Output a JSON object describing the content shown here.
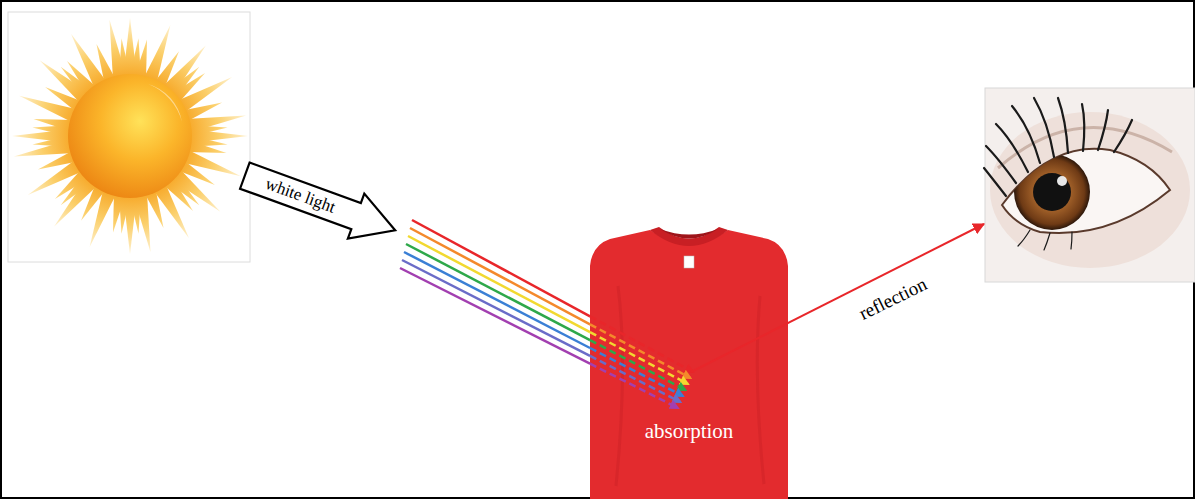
{
  "diagram": {
    "nodes": [
      {
        "text": [
          "white light"
        ]
      },
      {
        "text": [
          "absorption"
        ]
      }
    ],
    "labels": [
      "reflection"
    ]
  }
}
